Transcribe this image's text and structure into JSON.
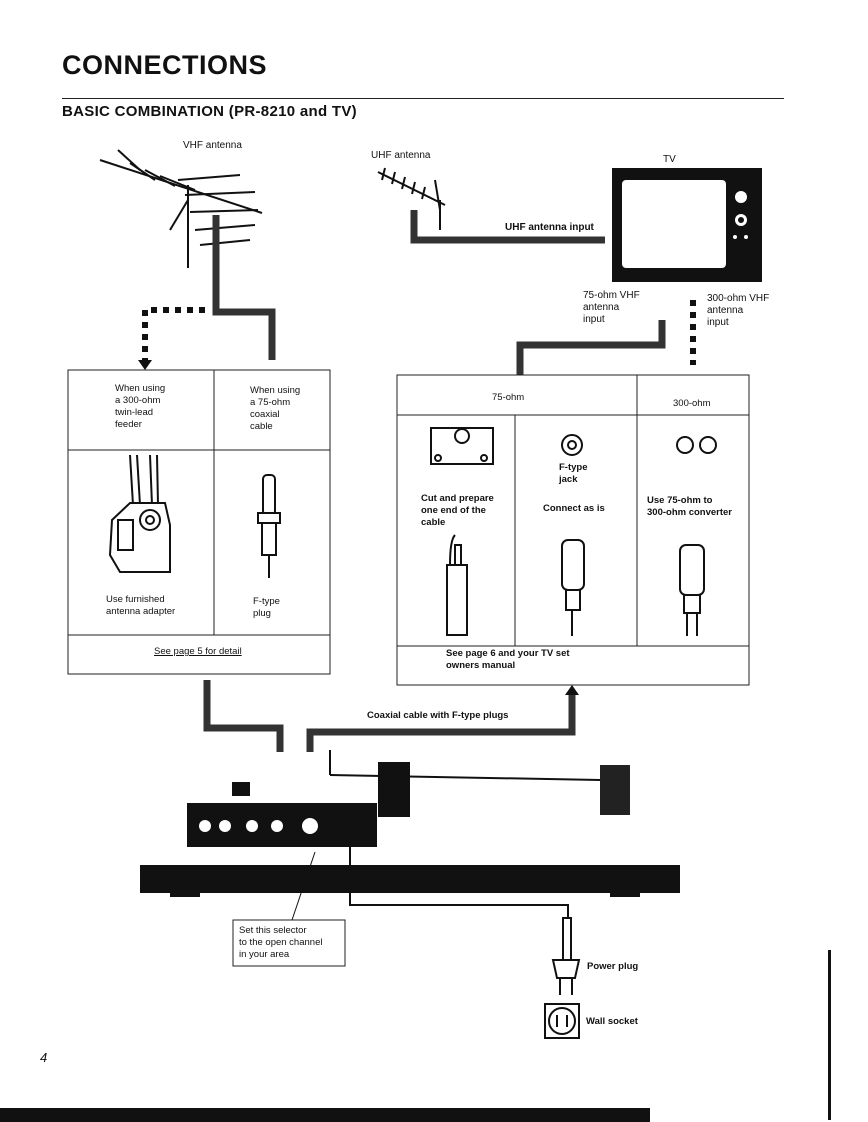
{
  "page": {
    "title": "CONNECTIONS",
    "subtitle": "BASIC COMBINATION (PR-8210 and TV)",
    "page_number": "4"
  },
  "antennas": {
    "vhf_label": "VHF antenna",
    "uhf_label": "UHF antenna",
    "tv_label": "TV",
    "uhf_input_label": "UHF antenna input",
    "vhf75_label": "75-ohm VHF\nantenna\ninput",
    "vhf300_label": "300-ohm VHF\nantenna\ninput"
  },
  "left_table": {
    "header_300": "When using\na 300-ohm\ntwin-lead\nfeeder",
    "header_75": "When using\na 75-ohm\ncoaxial\ncable",
    "caption_adapter": "Use furnished\nantenna adapter",
    "caption_plug": "F-type\nplug",
    "footer": "See page 5 for detail"
  },
  "right_table": {
    "header_75": "75-ohm",
    "header_300": "300-ohm",
    "cut_text": "Cut and prepare\none end of the\ncable",
    "jack_label": "F-type\njack",
    "connect_text": "Connect as is",
    "converter_text": "Use 75-ohm to\n300-ohm converter",
    "footer": "See page 6 and your TV set\nowners manual"
  },
  "bottom": {
    "coax_label": "Coaxial cable with F-type plugs",
    "selector_note": "Set this selector\nto the open channel\nin your area",
    "power_plug": "Power plug",
    "wall_socket": "Wall socket"
  },
  "colors": {
    "ink": "#111111",
    "paper": "#ffffff",
    "shade": "#555555"
  },
  "icons": [
    "vhf-antenna-icon",
    "uhf-antenna-icon",
    "tv-icon",
    "antenna-adapter-icon",
    "f-type-plug-icon",
    "f-type-jack-icon",
    "converter-icon",
    "power-plug-icon",
    "wall-socket-icon",
    "player-unit-icon"
  ]
}
